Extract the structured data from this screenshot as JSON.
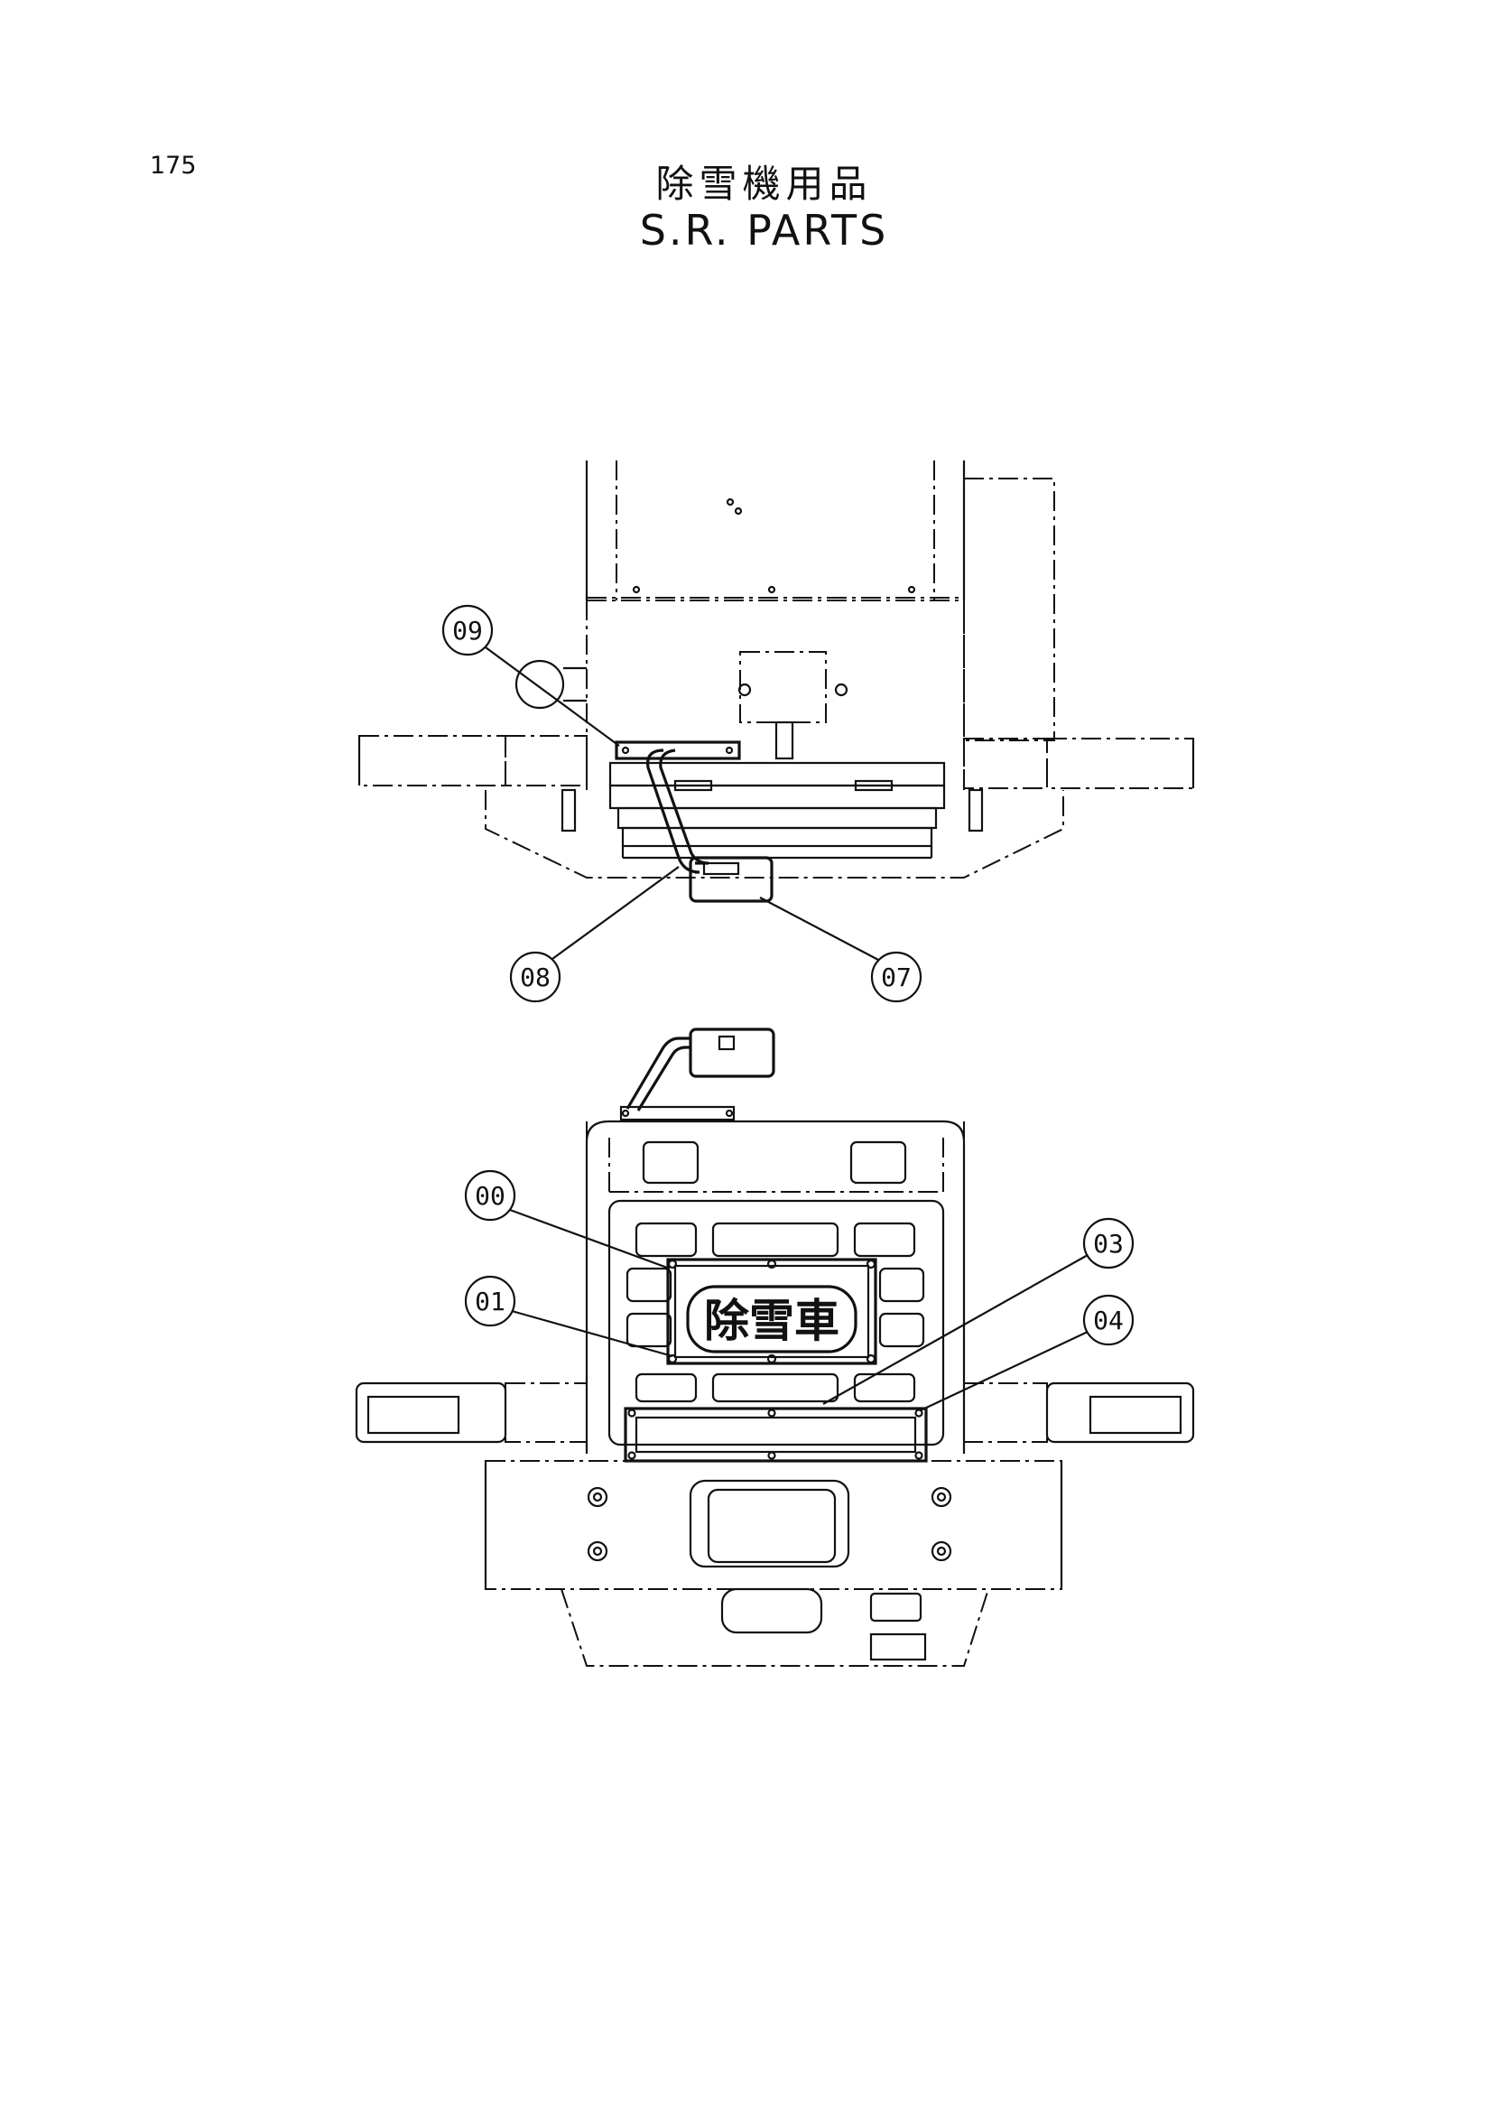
{
  "page_number": "175",
  "title_jp": "除雪機用品",
  "title_en": "S.R. PARTS",
  "sign_text": "除雪車",
  "callouts": {
    "c09": "09",
    "c08": "08",
    "c07": "07",
    "c00": "00",
    "c01": "01",
    "c03": "03",
    "c04": "04"
  },
  "icons": [
    "callout-circle",
    "leader-line",
    "bolt-hole"
  ]
}
